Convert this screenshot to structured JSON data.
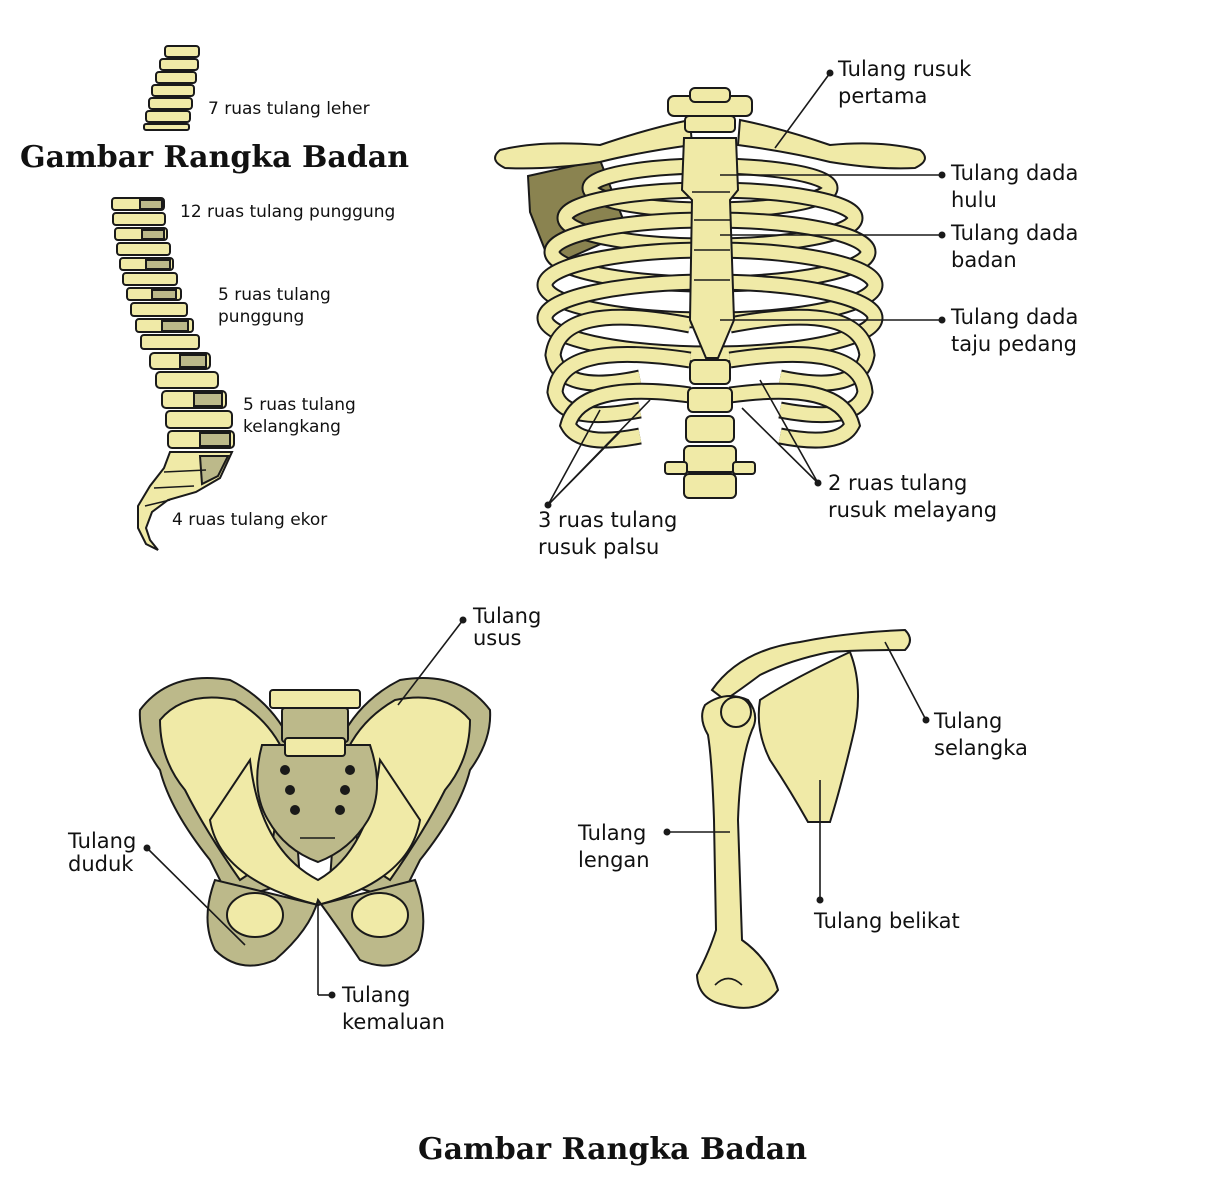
{
  "title_top": "Gambar Rangka Badan",
  "title_bottom": "Gambar Rangka Badan",
  "colors": {
    "bone": "#f0eaa7",
    "bone_dark": "#bcb98a",
    "shadow": "#8a8350",
    "outline": "#1a1a1a"
  },
  "spine": {
    "labels": [
      "7 ruas tulang leher",
      "12 ruas tulang punggung",
      "5 ruas tulang punggung",
      "5 ruas tulang kelangkang",
      "4 ruas tulang ekor"
    ],
    "label_lines": {
      "neck": "7 ruas tulang leher",
      "thoracic": "12 ruas tulang punggung",
      "lumbar_1": "5 ruas tulang",
      "lumbar_2": "punggung",
      "sacrum_1": "5 ruas tulang",
      "sacrum_2": "kelangkang",
      "coccyx": "4 ruas tulang ekor"
    }
  },
  "ribcage": {
    "first_rib": [
      "Tulang rusuk",
      "pertama"
    ],
    "manubrium": [
      "Tulang dada",
      "hulu"
    ],
    "sternum_body": [
      "Tulang dada",
      "badan"
    ],
    "xiphoid": [
      "Tulang dada",
      "taju pedang"
    ],
    "floating_ribs": [
      "2 ruas tulang",
      "rusuk melayang"
    ],
    "false_ribs": [
      "3 ruas tulang",
      "rusuk palsu"
    ]
  },
  "pelvis": {
    "ilium": [
      "Tulang",
      "usus"
    ],
    "ischium": [
      "Tulang",
      "duduk"
    ],
    "pubis": [
      "Tulang",
      "kemaluan"
    ]
  },
  "arm": {
    "clavicle": [
      "Tulang",
      "selangka"
    ],
    "humerus": [
      "Tulang",
      "lengan"
    ],
    "scapula": [
      "Tulang belikat"
    ]
  }
}
